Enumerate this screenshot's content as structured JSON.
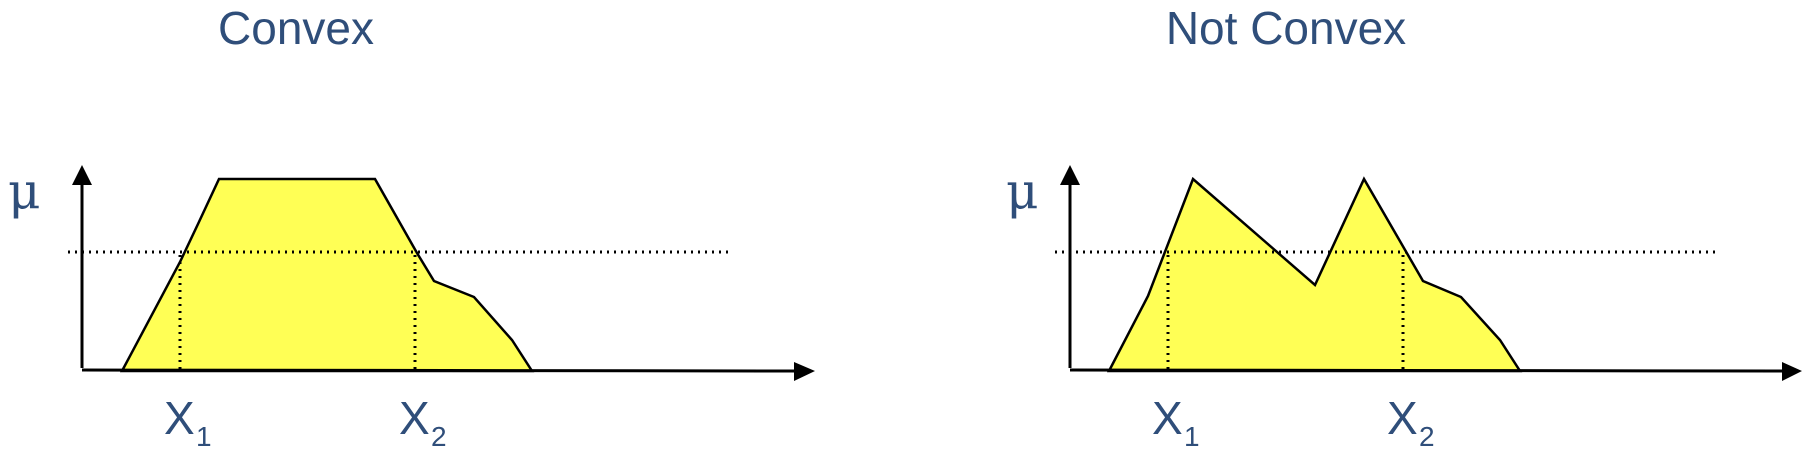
{
  "left_panel": {
    "title": "Convex",
    "y_axis_label": "μ",
    "x1_label": "X",
    "x1_subscript": "1",
    "x2_label": "X",
    "x2_subscript": "2"
  },
  "right_panel": {
    "title": "Not Convex",
    "y_axis_label": "μ",
    "x1_label": "X",
    "x1_subscript": "1",
    "x2_label": "X",
    "x2_subscript": "2"
  },
  "colors": {
    "text": "#2f4e7a",
    "fill": "#ffff55",
    "stroke": "#000000"
  }
}
